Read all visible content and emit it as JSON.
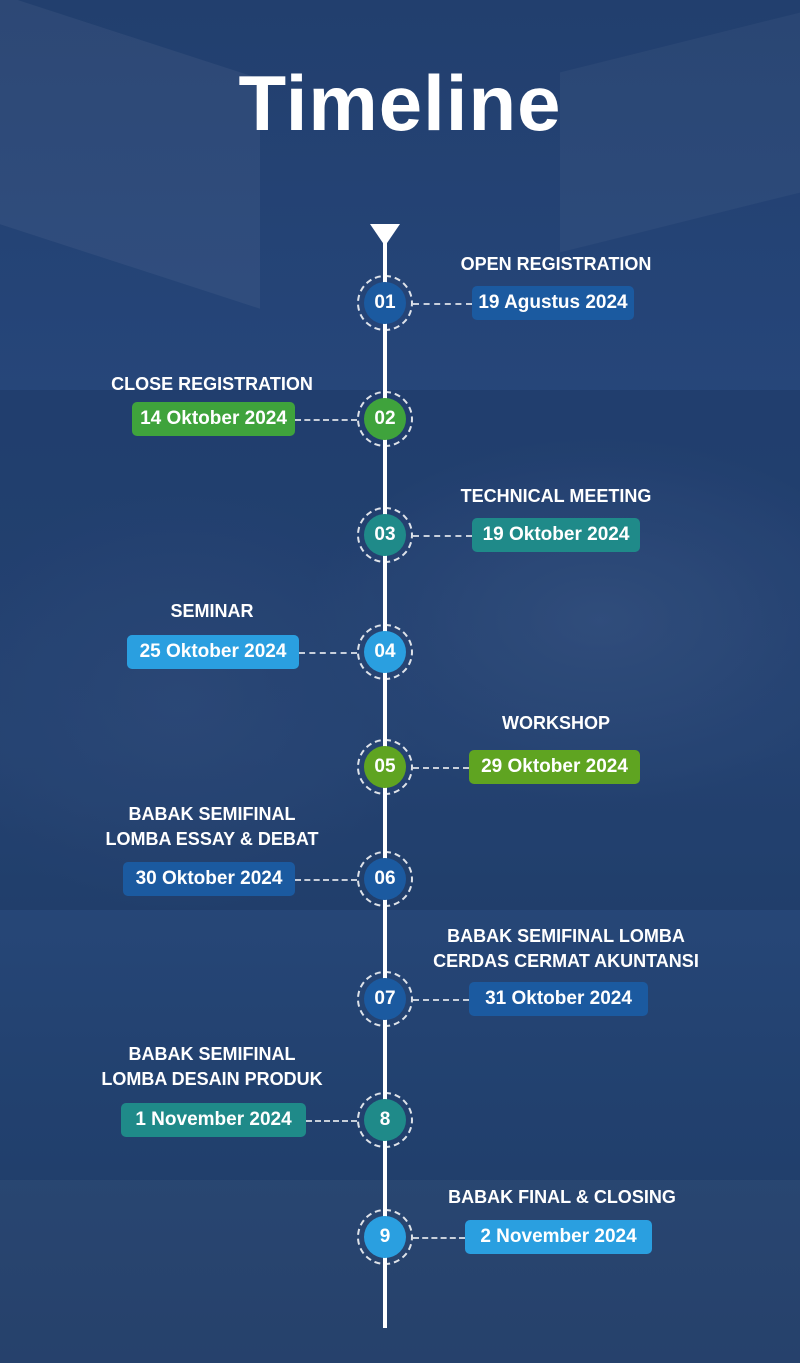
{
  "title": "Timeline",
  "colors": {
    "navy": "#1b5aa0",
    "green": "#3fa33c",
    "teal": "#1f8a89",
    "sky": "#2a9fe0",
    "lime": "#5fa421"
  },
  "events": [
    {
      "number": "01",
      "title_lines": [
        "OPEN REGISTRATION"
      ],
      "date": "19 Agustus 2024",
      "color": "#1b5aa0"
    },
    {
      "number": "02",
      "title_lines": [
        "CLOSE REGISTRATION"
      ],
      "date": "14 Oktober 2024",
      "color": "#3fa33c"
    },
    {
      "number": "03",
      "title_lines": [
        "TECHNICAL MEETING"
      ],
      "date": "19 Oktober 2024",
      "color": "#1f8a89"
    },
    {
      "number": "04",
      "title_lines": [
        "SEMINAR"
      ],
      "date": "25 Oktober 2024",
      "color": "#2a9fe0"
    },
    {
      "number": "05",
      "title_lines": [
        "WORKSHOP"
      ],
      "date": "29 Oktober 2024",
      "color": "#5fa421"
    },
    {
      "number": "06",
      "title_lines": [
        "BABAK SEMIFINAL",
        "LOMBA ESSAY & DEBAT"
      ],
      "date": "30 Oktober 2024",
      "color": "#1b5aa0"
    },
    {
      "number": "07",
      "title_lines": [
        "BABAK SEMIFINAL LOMBA",
        "CERDAS CERMAT AKUNTANSI"
      ],
      "date": "31 Oktober 2024",
      "color": "#1b5aa0"
    },
    {
      "number": "8",
      "title_lines": [
        "BABAK SEMIFINAL",
        "LOMBA DESAIN PRODUK"
      ],
      "date": "1 November 2024",
      "color": "#1f8a89"
    },
    {
      "number": "9",
      "title_lines": [
        "BABAK FINAL & CLOSING"
      ],
      "date": "2 November 2024",
      "color": "#2a9fe0"
    }
  ]
}
